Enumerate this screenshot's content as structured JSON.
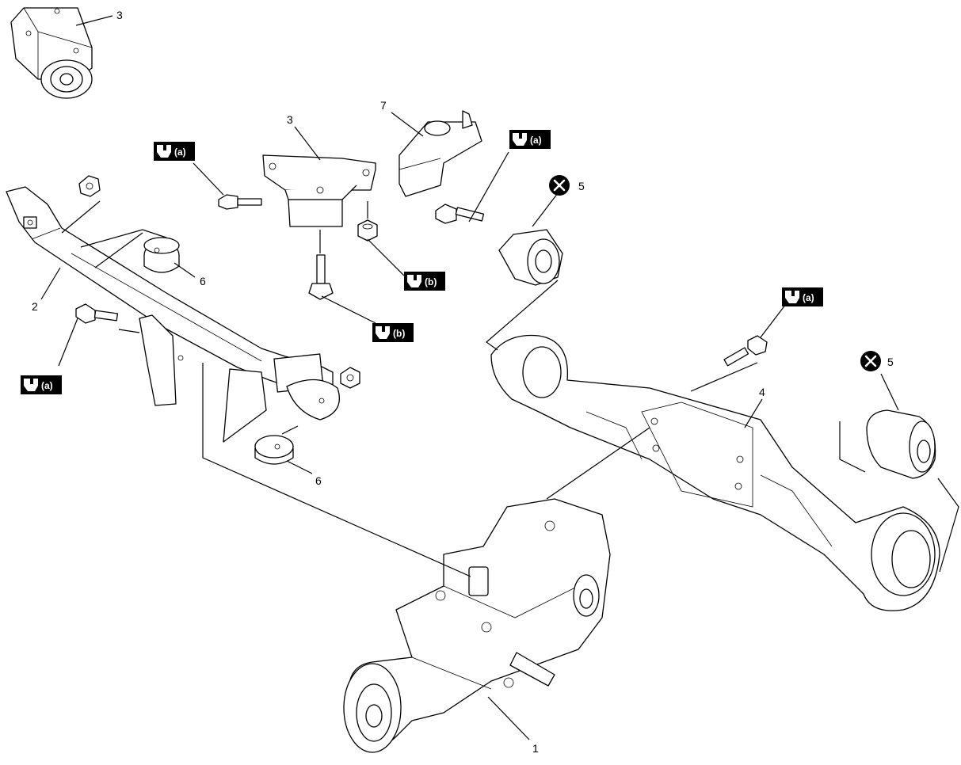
{
  "callouts": {
    "c1": "1",
    "c2": "2",
    "c3a": "3",
    "c3b": "3",
    "c4": "4",
    "c5a": "5",
    "c5b": "5",
    "c6a": "6",
    "c6b": "6",
    "c7": "7"
  },
  "torque_badges": {
    "a1": "(a)",
    "a2": "(a)",
    "a3": "(a)",
    "a4": "(a)",
    "b1": "(b)",
    "b2": "(b)"
  },
  "icons": {
    "torque": "wrench-icon",
    "replace": "do-not-reuse-x-icon"
  },
  "colors": {
    "line": "#000000",
    "badge": "#000000",
    "background": "#ffffff"
  }
}
